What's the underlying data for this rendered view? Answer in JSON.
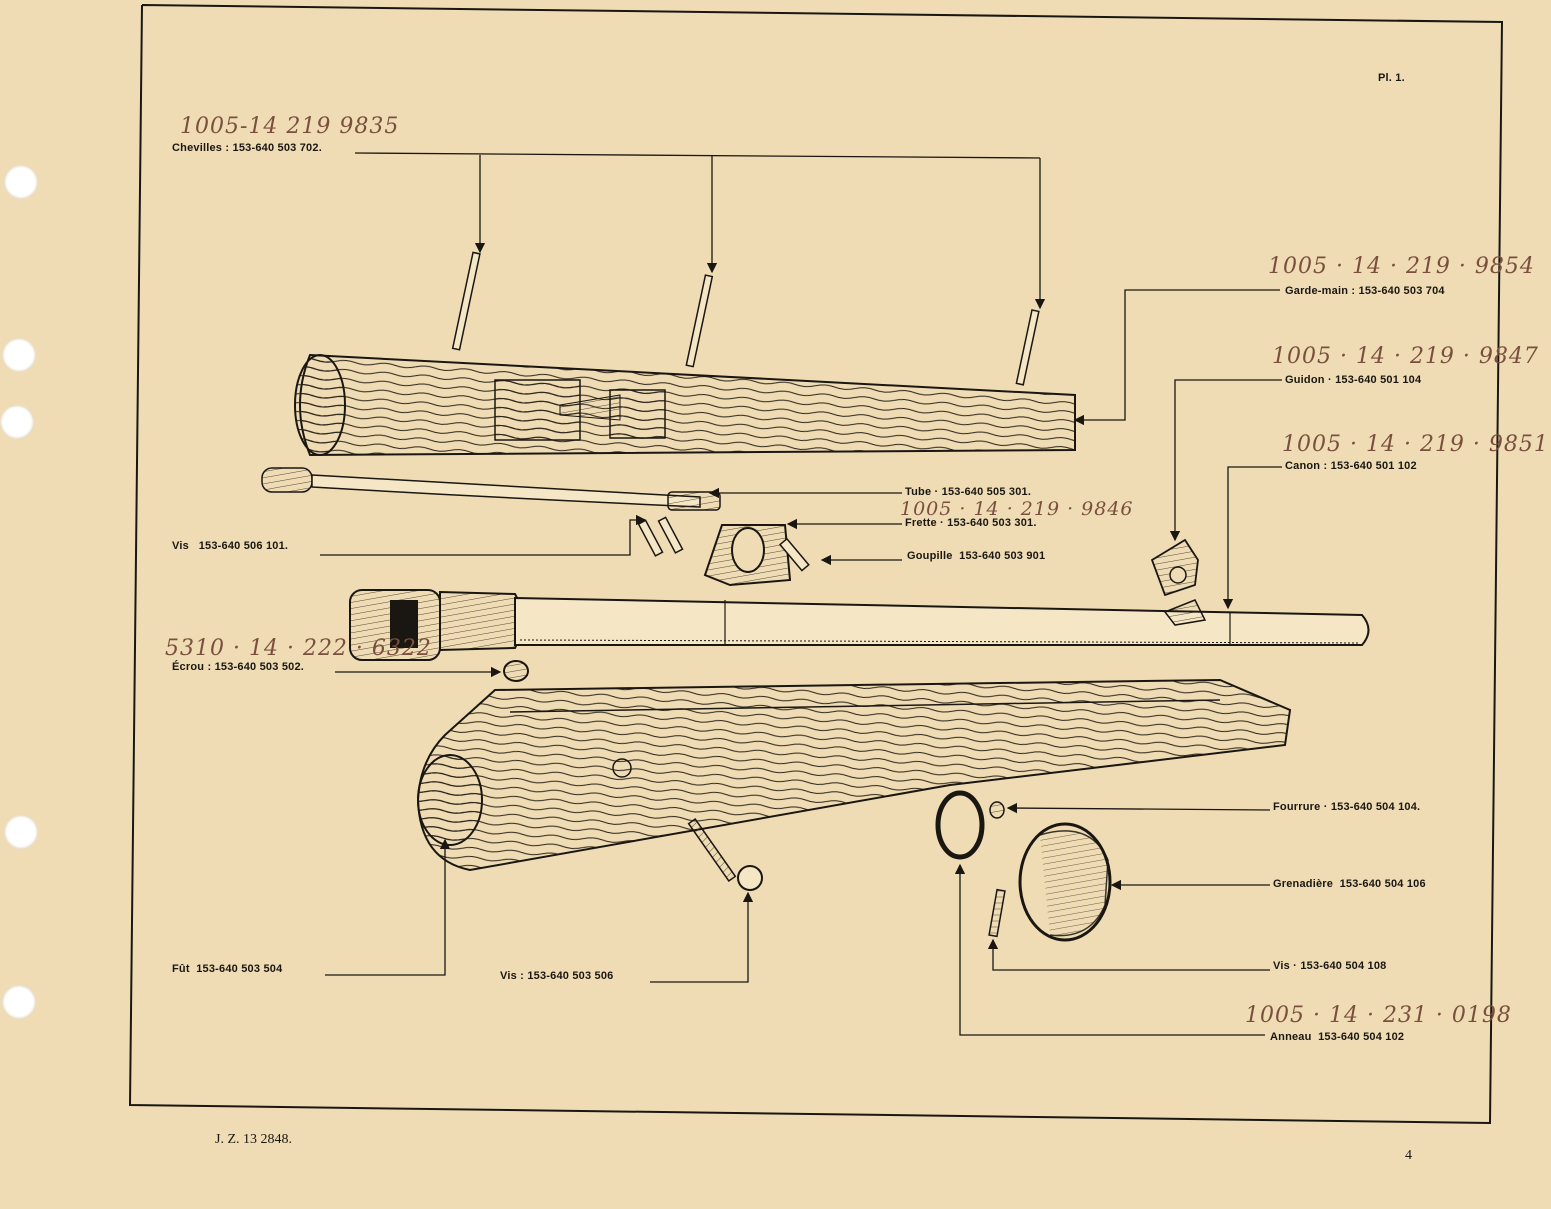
{
  "plate_label": "Pl. 1.",
  "page_number": "4",
  "footer_ref": "J. Z. 13 2848.",
  "colors": {
    "paper": "#efdcb4",
    "ink": "#1a1712",
    "handwriting": "#7a4f3e"
  },
  "parts": {
    "chevilles": {
      "name": "Chevilles",
      "ref": "153-640 503 702",
      "nsn": "1005-14 219 9835"
    },
    "garde_main": {
      "name": "Garde-main",
      "ref": "153-640 503 704",
      "nsn": "1005 · 14 · 219 · 9854"
    },
    "guidon": {
      "name": "Guidon",
      "ref": "153-640 501 104",
      "nsn": "1005 · 14 · 219 · 9847"
    },
    "canon": {
      "name": "Canon",
      "ref": "153-640 501 102",
      "nsn": "1005 · 14 · 219 · 9851"
    },
    "tube": {
      "name": "Tube",
      "ref": "153-640 505 301"
    },
    "frette": {
      "name": "Frette",
      "ref": "153-640 503 301",
      "nsn": "1005 · 14 · 219 · 9846"
    },
    "vis_1": {
      "name": "Vis",
      "ref": "153-640 506 101"
    },
    "goupille": {
      "name": "Goupille",
      "ref": "153-640 503 901"
    },
    "ecrou": {
      "name": "Écrou",
      "ref": "153-640 503 502",
      "nsn": "5310 · 14 · 222 · 6322"
    },
    "fourrure": {
      "name": "Fourrure",
      "ref": "153-640 504 104"
    },
    "grenadiere": {
      "name": "Grenadière",
      "ref": "153-640 504 106"
    },
    "vis_2": {
      "name": "Vis",
      "ref": "153-640 504 108"
    },
    "anneau": {
      "name": "Anneau",
      "ref": "153-640 504 102",
      "nsn": "1005 · 14 · 231 · 0198"
    },
    "fut": {
      "name": "Fût",
      "ref": "153-640 503 504"
    },
    "vis_3": {
      "name": "Vis",
      "ref": "153-640 503 506"
    }
  }
}
